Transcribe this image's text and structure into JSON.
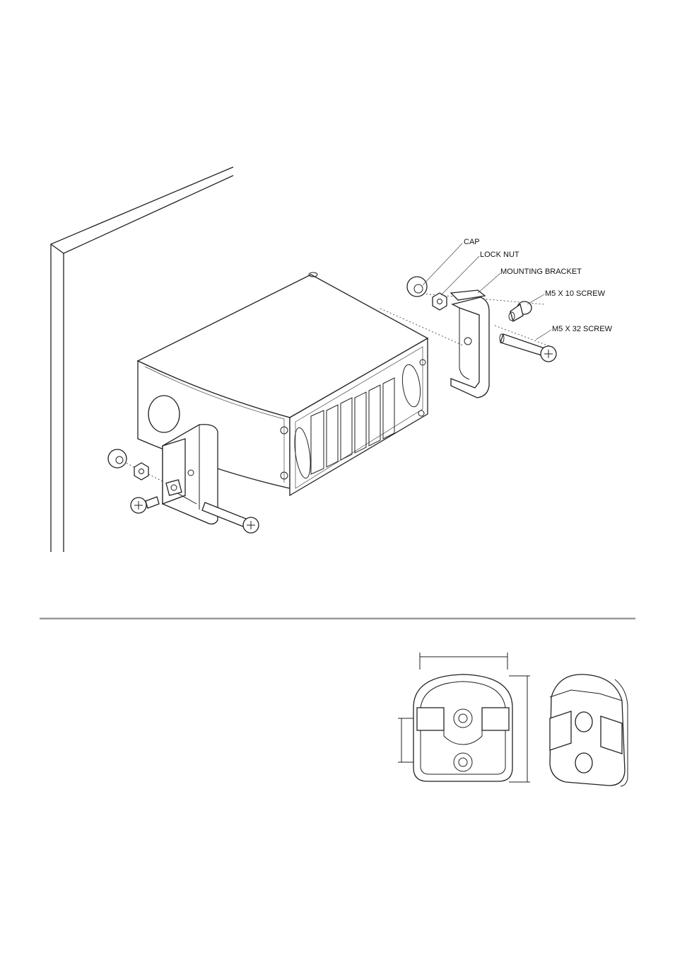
{
  "labels": {
    "cap": "CAP",
    "lock_nut": "LOCK NUT",
    "mounting_bracket": "MOUNTING BRACKET",
    "m5x10_screw": "M5 X 10 SCREW",
    "m5x32_screw": "M5 X 32 SCREW"
  },
  "colors": {
    "line": "#222222",
    "divider": "#999999",
    "background": "#ffffff"
  }
}
